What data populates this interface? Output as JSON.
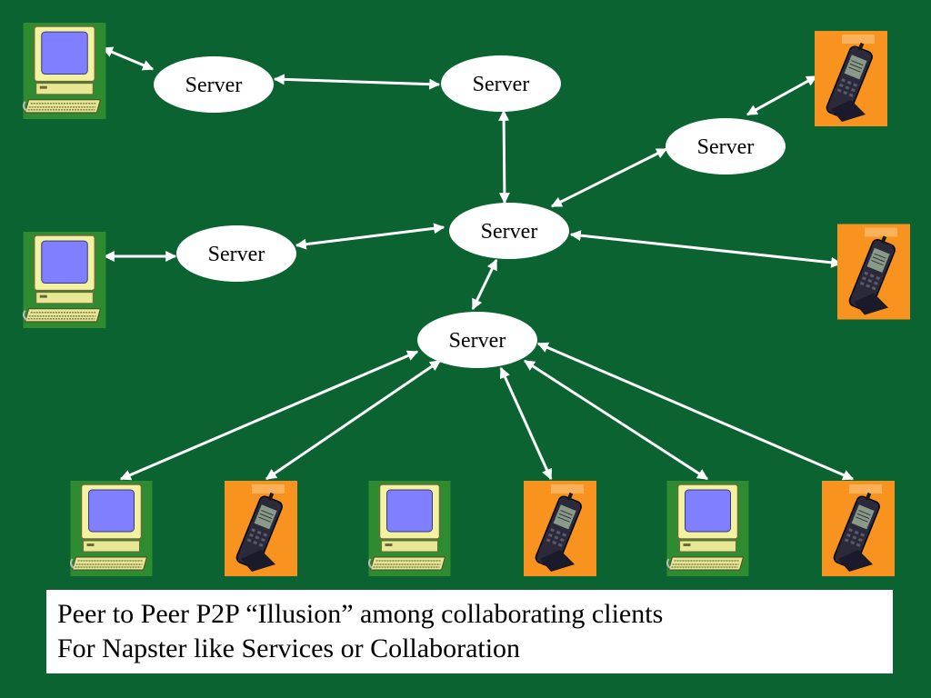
{
  "diagram": {
    "server_label": "Server",
    "caption": {
      "line1": "Peer to Peer P2P “Illusion” among collaborating clients",
      "line2": "For Napster like Services or Collaboration"
    },
    "colors": {
      "background": "#0b6331",
      "server_fill": "#ffffff",
      "connector": "#ffffff",
      "pc_tile": "#2f8b2f",
      "phone_tile": "#f7931e",
      "screen": "#7f7fff",
      "monitor_body": "#f2f2a0"
    },
    "icons": {
      "computer": "desktop-computer-icon",
      "phone": "mobile-phone-icon"
    }
  }
}
